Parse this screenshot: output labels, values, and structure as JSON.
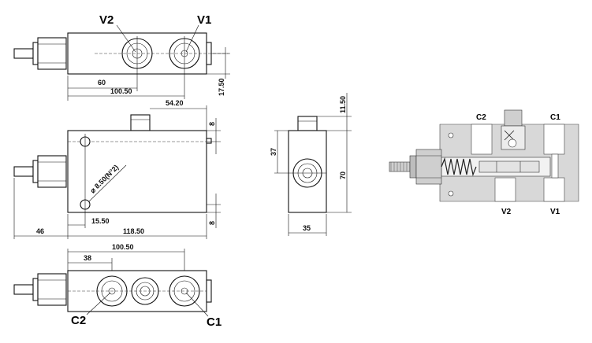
{
  "ports": {
    "v2_top": "V2",
    "v1_top": "V1",
    "c2_bottom": "C2",
    "c1_bottom": "C1",
    "c2_section": "C2",
    "c1_section": "C1",
    "v2_section": "V2",
    "v1_section": "V1"
  },
  "dimensions": {
    "top_60": "60",
    "top_100_50": "100.50",
    "top_17_50": "17.50",
    "front_54_20": "54.20",
    "front_8_top": "8",
    "front_8_bottom": "8",
    "front_hole": "⌀ 8.50(N°2)",
    "front_15_50": "15.50",
    "front_46": "46",
    "front_118_50": "118.50",
    "side_11_50": "11.50",
    "side_37": "37",
    "side_70": "70",
    "side_35": "35",
    "bottom_100_50": "100.50",
    "bottom_38": "38"
  },
  "colors": {
    "line": "#111111",
    "section_fill": "#d8d8d8"
  }
}
